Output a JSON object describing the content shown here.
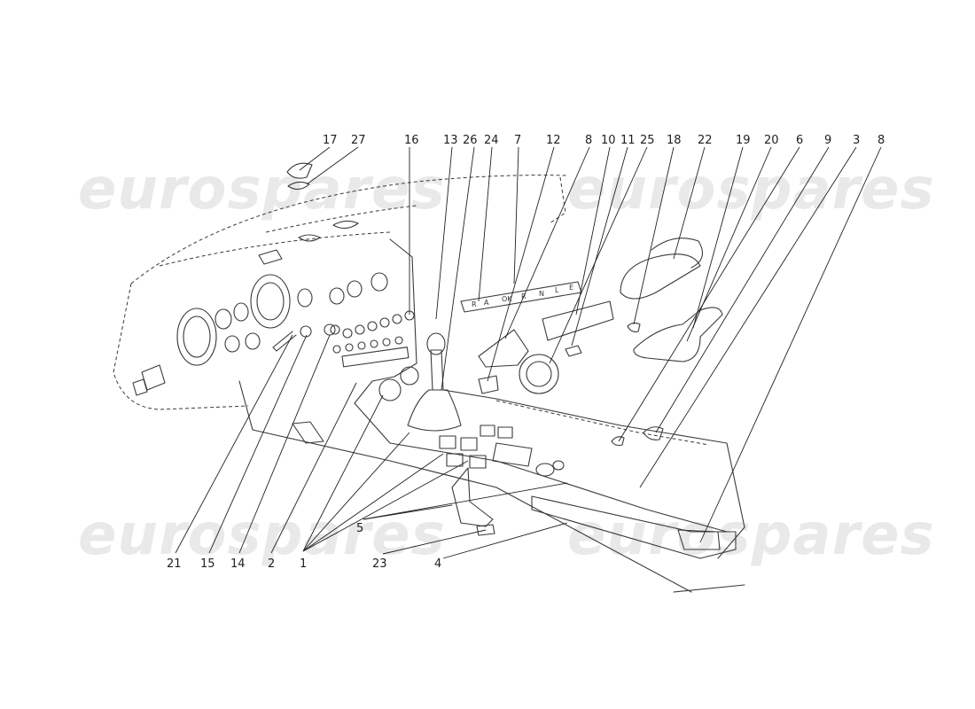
{
  "watermarks": [
    "eurospares",
    "eurospares",
    "eurospares",
    "eurospares"
  ],
  "labels": [
    {
      "id": "17",
      "text": "17"
    },
    {
      "id": "27",
      "text": "27"
    },
    {
      "id": "16",
      "text": "16"
    },
    {
      "id": "13",
      "text": "13"
    },
    {
      "id": "26",
      "text": "26"
    },
    {
      "id": "24",
      "text": "24"
    },
    {
      "id": "7",
      "text": "7"
    },
    {
      "id": "12",
      "text": "12"
    },
    {
      "id": "8a",
      "text": "8"
    },
    {
      "id": "10",
      "text": "10"
    },
    {
      "id": "11",
      "text": "11"
    },
    {
      "id": "25",
      "text": "25"
    },
    {
      "id": "18",
      "text": "18"
    },
    {
      "id": "22",
      "text": "22"
    },
    {
      "id": "19",
      "text": "19"
    },
    {
      "id": "20",
      "text": "20"
    },
    {
      "id": "6",
      "text": "6"
    },
    {
      "id": "9",
      "text": "9"
    },
    {
      "id": "3",
      "text": "3"
    },
    {
      "id": "8b",
      "text": "8"
    },
    {
      "id": "21",
      "text": "21"
    },
    {
      "id": "15",
      "text": "15"
    },
    {
      "id": "14",
      "text": "14"
    },
    {
      "id": "2",
      "text": "2"
    },
    {
      "id": "1",
      "text": "1"
    },
    {
      "id": "23",
      "text": "23"
    },
    {
      "id": "5",
      "text": "5"
    },
    {
      "id": "4",
      "text": "4"
    }
  ],
  "gear_plate_letters": [
    "R",
    "A",
    "OK",
    "R",
    "N",
    "L",
    "E"
  ]
}
